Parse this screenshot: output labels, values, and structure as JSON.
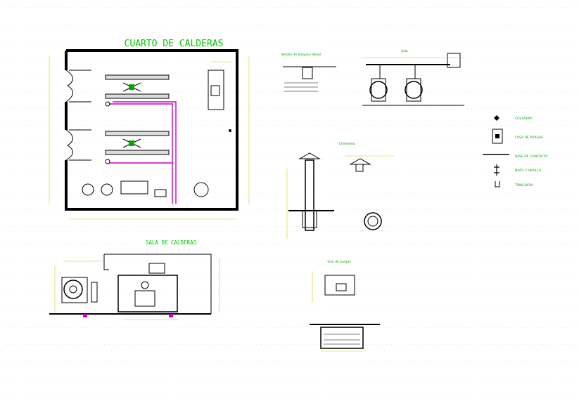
{
  "drawing": {
    "plan_title": "CUARTO DE CALDERAS",
    "section_title": "SALA DE CALDERAS",
    "chimney_title": "Chimenea",
    "diesel_detail_title": "detalle de bloqueo diesel",
    "elevation_title": "Sala",
    "purge_title": "foso de purgas"
  },
  "legend": {
    "items": [
      {
        "label": "COLADERA",
        "icon": "diamond-icon"
      },
      {
        "label": "FOSA DE PURGAS",
        "icon": "purge-pit-icon"
      },
      {
        "label": "BASE DE CONCRETO",
        "icon": "concrete-base-icon"
      },
      {
        "label": "NIVEL Y VARILLA",
        "icon": "level-rod-icon"
      },
      {
        "label": "TRINCHERA",
        "icon": "trench-icon"
      }
    ]
  },
  "colors": {
    "walls": "#000000",
    "title": "#00cc00",
    "dimension": "#d8d000",
    "pipe": "#cc00cc",
    "background": "#ffffff"
  }
}
